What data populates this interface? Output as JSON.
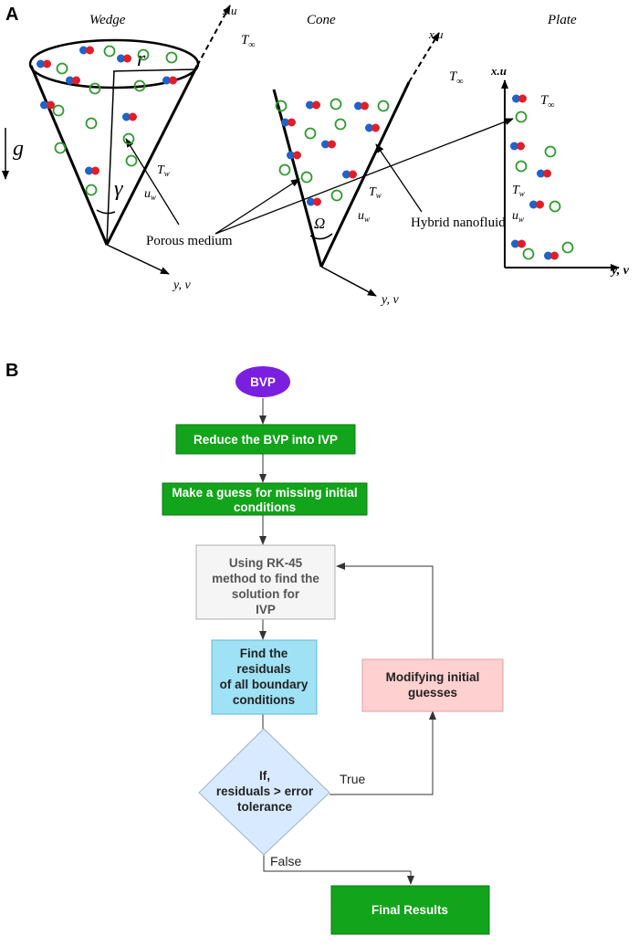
{
  "panel_a": {
    "label": "A",
    "wedge": {
      "title": "Wedge",
      "r": "r",
      "g": "g",
      "gamma": "γ",
      "Tw": "T",
      "Tw_sub": "w",
      "uw": "u",
      "uw_sub": "w",
      "axis_x": "x.u",
      "axis_y": "y, v",
      "T_inf": "T",
      "T_inf_sub": "∞"
    },
    "cone": {
      "title": "Cone",
      "omega": "Ω",
      "Tw": "T",
      "Tw_sub": "w",
      "uw": "u",
      "uw_sub": "w",
      "axis_x": "x.u",
      "axis_y": "y, v",
      "T_inf": "T",
      "T_inf_sub": "∞"
    },
    "plate": {
      "title": "Plate",
      "axis_x": "x.u",
      "axis_y": "y, v",
      "T_inf": "T",
      "T_inf_sub": "∞",
      "Tw": "T",
      "Tw_sub": "w",
      "uw": "u",
      "uw_sub": "w"
    },
    "porous_medium_label": "Porous medium",
    "hybrid_nanofluid_label": "Hybrid nanofluid"
  },
  "panel_b": {
    "label": "B",
    "start": "BVP",
    "step1": "Reduce the BVP into IVP",
    "step2_line1": "Make a guess for missing initial",
    "step2_line2": "conditions",
    "step3_line1": "Using RK-45",
    "step3_line2": "method to find the",
    "step3_line3": "solution for",
    "step3_line4": "IVP",
    "step4_line1": "Find the",
    "step4_line2": "residuals",
    "step4_line3": "of all boundary",
    "step4_line4": "conditions",
    "decision_line1": "If,",
    "decision_line2": "residuals > error",
    "decision_line3": "tolerance",
    "modify_line1": "Modifying initial",
    "modify_line2": "guesses",
    "true_label": "True",
    "false_label": "False",
    "end": "Final Results"
  },
  "colors": {
    "green_box": "#12a41a",
    "green_border": "#0a7a10",
    "purple": "#7a1fe0",
    "gray_box": "#f5f5f5",
    "cyan_box": "#9fe1f5",
    "pink_box": "#ffd0d0",
    "diamond": "#d8eaff",
    "particle_blue": "#1e64c8",
    "particle_red": "#e01e2a",
    "porous_green": "#2f9a2f"
  }
}
